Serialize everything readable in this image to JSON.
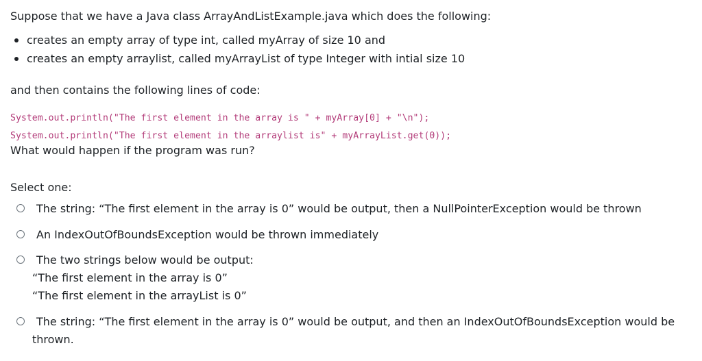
{
  "question": {
    "intro": "Suppose that we have a Java class ArrayAndListExample.java which does the following:",
    "bullets": [
      "creates an empty array of type int, called myArray of size 10 and",
      "creates an empty arraylist, called myArrayList of type Integer with intial size 10"
    ],
    "lead": "and then contains the following lines of code:",
    "code": [
      "System.out.println(\"The first element in the array is \" + myArray[0] + \"\\n\");",
      "System.out.println(\"The first element in the arraylist is\" + myArrayList.get(0));"
    ],
    "ask": "What would happen if the program was run?",
    "select_label": "Select one:",
    "options": [
      {
        "text": "The string: “The first element in the array is 0” would be output, then a NullPointerException would be thrown"
      },
      {
        "text": "An IndexOutOfBoundsException would be thrown immediately"
      },
      {
        "text": "The two strings below would be output:",
        "line2": "“The first element in the array is 0”",
        "line3": "“The first element in the arrayList is 0”"
      },
      {
        "text": "The string: “The first element in the array is 0” would be output, and then an IndexOutOfBoundsException would be",
        "line2": "thrown."
      }
    ]
  }
}
